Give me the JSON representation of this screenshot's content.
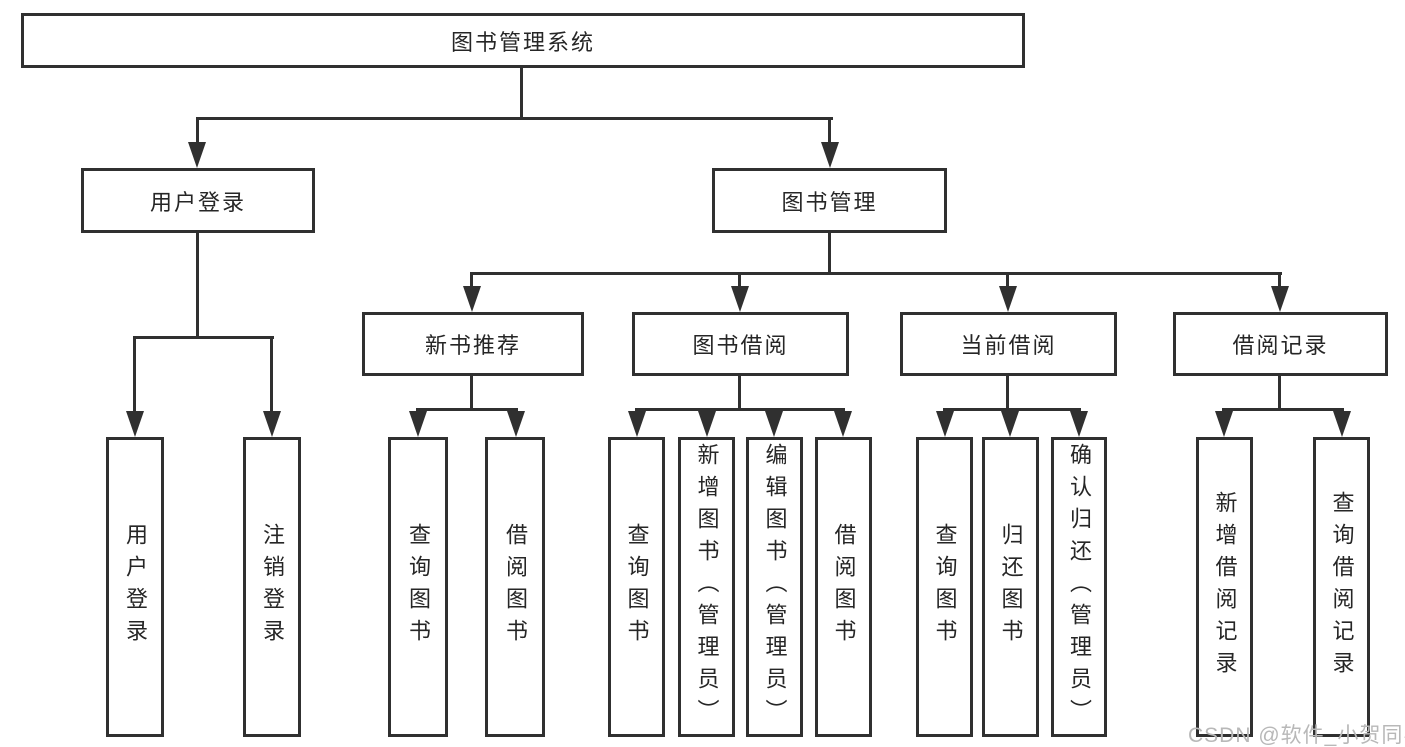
{
  "page": {
    "background": "#ffffff"
  },
  "diagram": {
    "type": "tree",
    "line_color": "#303030",
    "text_color": "#262626",
    "tree": {
      "label": "图书管理系统",
      "children": [
        {
          "label": "用户登录",
          "children": [
            {
              "label": "用户登录"
            },
            {
              "label": "注销登录"
            }
          ]
        },
        {
          "label": "图书管理",
          "children": [
            {
              "label": "新书推荐",
              "children": [
                {
                  "label": "查询图书"
                },
                {
                  "label": "借阅图书"
                }
              ]
            },
            {
              "label": "图书借阅",
              "children": [
                {
                  "label": "查询图书"
                },
                {
                  "label": "新增图书（管理员）"
                },
                {
                  "label": "编辑图书（管理员）"
                },
                {
                  "label": "借阅图书"
                }
              ]
            },
            {
              "label": "当前借阅",
              "children": [
                {
                  "label": "查询图书"
                },
                {
                  "label": "归还图书"
                },
                {
                  "label": "确认归还（管理员）"
                }
              ]
            },
            {
              "label": "借阅记录",
              "children": [
                {
                  "label": "新增借阅记录"
                },
                {
                  "label": "查询借阅记录"
                }
              ]
            }
          ]
        }
      ]
    }
  },
  "watermark": {
    "text": "CSDN @软件_小贺同学",
    "color": "#b8b8b8"
  }
}
